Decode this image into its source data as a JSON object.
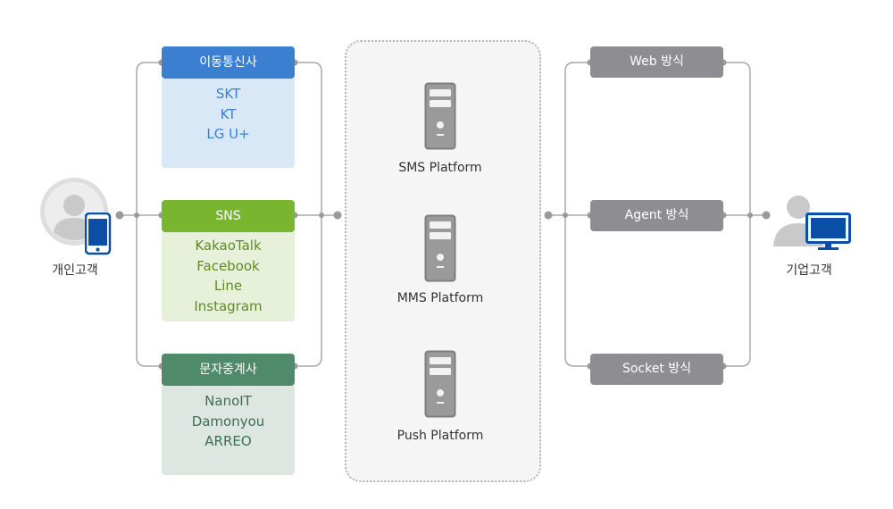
{
  "left_actor": {
    "label": "개인고객",
    "icon": "mobile-phone-icon"
  },
  "right_actor": {
    "label": "기업고객",
    "icon": "monitor-icon"
  },
  "groups": [
    {
      "title": "이동통신사",
      "items": [
        "SKT",
        "KT",
        "LG U+"
      ],
      "head_color": "#3a7fd0",
      "body_color": "#d9e8f6",
      "text_color": "#3a7fd0"
    },
    {
      "title": "SNS",
      "items": [
        "KakaoTalk",
        "Facebook",
        "Line",
        "Instagram"
      ],
      "head_color": "#7ab52f",
      "body_color": "#e7f0d9",
      "text_color": "#5f8a2a"
    },
    {
      "title": "문자중계사",
      "items": [
        "NanoIT",
        "Damonyou",
        "ARREO"
      ],
      "head_color": "#4f8a6b",
      "body_color": "#dde6e0",
      "text_color": "#3e6e55"
    }
  ],
  "platforms": [
    "SMS Platform",
    "MMS Platform",
    "Push Platform"
  ],
  "methods": [
    "Web 방식",
    "Agent 방식",
    "Socket 방식"
  ],
  "colors": {
    "line": "#a8a8a8",
    "dot": "#9a9a9a",
    "method_bg": "#8e8e92",
    "accent_blue": "#0a4fa5"
  }
}
